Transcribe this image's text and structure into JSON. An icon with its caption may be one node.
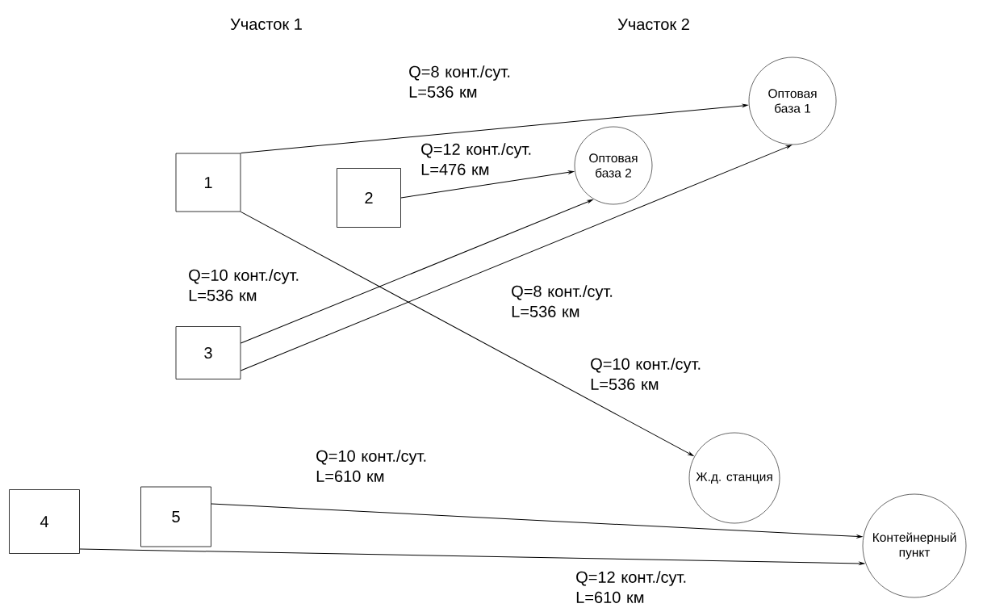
{
  "diagram": {
    "nodes": [
      {
        "text": [
          "1"
        ]
      },
      {
        "text": [
          "2"
        ]
      },
      {
        "text": [
          "3"
        ]
      },
      {
        "text": [
          "4"
        ]
      },
      {
        "text": [
          "5"
        ]
      },
      {
        "text": [
          "Оптовая база 1"
        ]
      },
      {
        "text": [
          "Оптовая база 2"
        ]
      },
      {
        "text": [
          "Ж.д. станция"
        ]
      },
      {
        "text": [
          "Контейнерный пункт"
        ]
      }
    ],
    "edges": [
      {
        "from": 0,
        "to": 5,
        "arrow": "to",
        "label": "Q=8 конт./сут. L=536 км"
      },
      {
        "from": 1,
        "to": 6,
        "arrow": "to",
        "label": "Q=12 конт./сут. L=476 км"
      },
      {
        "from": 2,
        "to": 5,
        "arrow": "to",
        "label": "Q=8 конт./сут. L=536 км"
      },
      {
        "from": 2,
        "to": 6,
        "arrow": "to",
        "label": "Q=10 конт./сут. L=536 км"
      },
      {
        "from": 0,
        "to": 7,
        "arrow": "to",
        "label": "Q=10 конт./сут. L=536 км"
      },
      {
        "from": 4,
        "to": 8,
        "arrow": "to",
        "label": "Q=10 конт./сут. L=610 км"
      },
      {
        "from": 3,
        "to": 8,
        "arrow": "to",
        "label": "Q=12 конт./сут. L=610 км"
      }
    ],
    "labels": [
      "Участок 1",
      "Участок 2"
    ]
  }
}
